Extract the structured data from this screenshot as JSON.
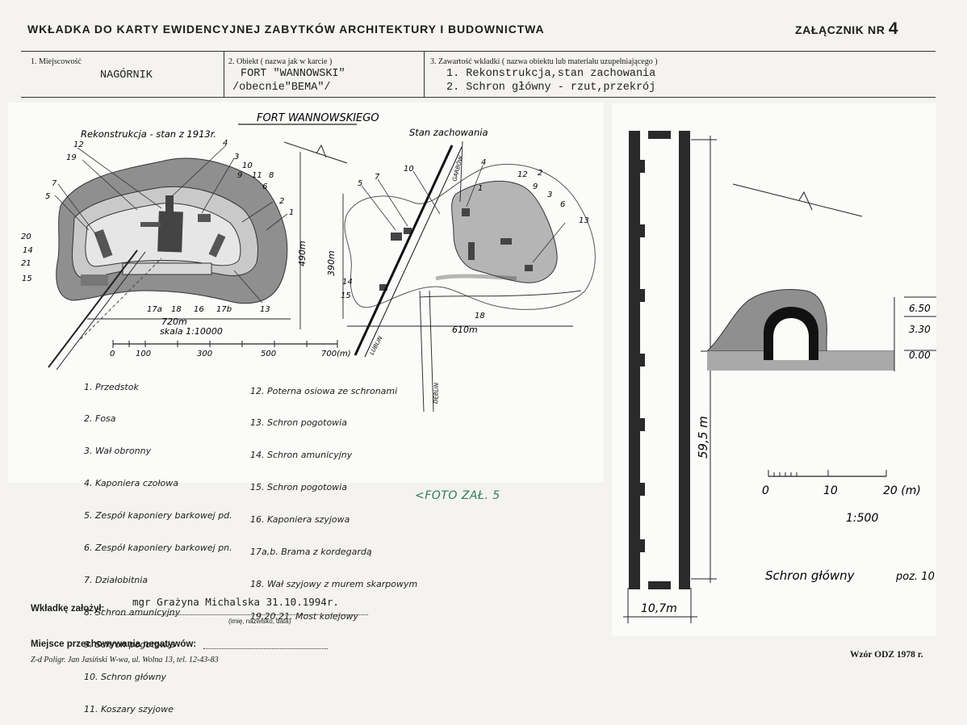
{
  "header": {
    "title": "WKŁADKA DO KARTY EWIDENCYJNEJ ZABYTKÓW ARCHITEKTURY I BUDOWNICTWA",
    "attachment_label": "ZAŁĄCZNIK NR",
    "attachment_number": "4"
  },
  "fields": {
    "locality": {
      "label": "1. Miejscowość",
      "value": "NAGÓRNIK"
    },
    "object": {
      "label": "2. Obiekt ( nazwa jak w karcie )",
      "value_line1": "FORT \"WANNOWSKI\"",
      "value_line2": "/obecnie\"BEMA\"/"
    },
    "contents": {
      "label": "3. Zawartość wkładki ( nazwa obiektu lub materiału uzupełniającego )",
      "value_line1": "1. Rekonstrukcja,stan zachowania",
      "value_line2": "2. Schron główny - rzut,przekrój"
    }
  },
  "left_drawing": {
    "title": "FORT WANNOWSKIEGO",
    "subtitle_left": "Rekonstrukcja - stan z 1913r.",
    "subtitle_right": "Stan zachowania",
    "dim_width_left": "720m",
    "dim_height_left": "490m",
    "dim_height_right": "390m",
    "dim_width_right": "610m",
    "scale_label": "skala 1:10000",
    "scale_ticks": [
      "0",
      "100",
      "300",
      "500",
      "700(m)"
    ],
    "rail_label_1": "GARBÓW",
    "rail_label_2": "LUBLIN",
    "rail_label_3": "DĘBLIN",
    "legend_col1": [
      "1. Przedstok",
      "2. Fosa",
      "3. Wał obronny",
      "4. Kaponiera czołowa",
      "5. Zespół kaponiery barkowej pd.",
      "6. Zespół kaponiery barkowej pn.",
      "7. Działobitnia",
      "8. Schron amunicyjny",
      "9. Schron pogotowia",
      "10. Schron główny",
      "11. Koszary szyjowe"
    ],
    "legend_col2": [
      "12. Poterna osiowa ze schronami",
      "13. Schron pogotowia",
      "14. Schron amunicyjny",
      "15. Schron pogotowia",
      "16. Kaponiera szyjowa",
      "17a,b. Brama z kordegardą",
      "18. Wał szyjowy z murem skarpowym",
      "19,20,21. Most kolejowy"
    ],
    "plan_numbers_left": [
      "12",
      "19",
      "7",
      "5",
      "20",
      "14",
      "21",
      "15",
      "4",
      "3",
      "10",
      "9",
      "11",
      "8",
      "6",
      "2",
      "1",
      "17a",
      "18",
      "16",
      "17b",
      "13"
    ],
    "plan_numbers_right": [
      "10",
      "5",
      "7",
      "4",
      "1",
      "12",
      "2",
      "9",
      "3",
      "6",
      "13",
      "14",
      "15",
      "18"
    ]
  },
  "foto_note": "<FOTO ZAŁ. 5",
  "right_drawing": {
    "dim_length": "59,5 m",
    "dim_width": "10,7m",
    "levels": [
      "6.50",
      "3.30",
      "0.00"
    ],
    "scale_ticks": [
      "0",
      "10",
      "20 (m)"
    ],
    "scale_ratio": "1:500",
    "caption": "Schron główny",
    "position": "poz. 10"
  },
  "footer": {
    "created_label": "Wkładkę założył:",
    "created_value": "mgr Grażyna Michalska 31.10.1994r.",
    "created_hint": "(imię, nazwisko, data)",
    "negatives_label": "Miejsce przechowywania negatywów:",
    "printer": "Z-d Poligr. Jan Jasiński W-wa, ul. Wolna 13, tel. 12-43-83",
    "form_label": "Wzór ODZ 1978 r."
  },
  "colors": {
    "paper": "#f4f3ef",
    "ink": "#1c1c1c",
    "hatch": "#8c8c8c",
    "note_green": "#2f7d5b"
  }
}
